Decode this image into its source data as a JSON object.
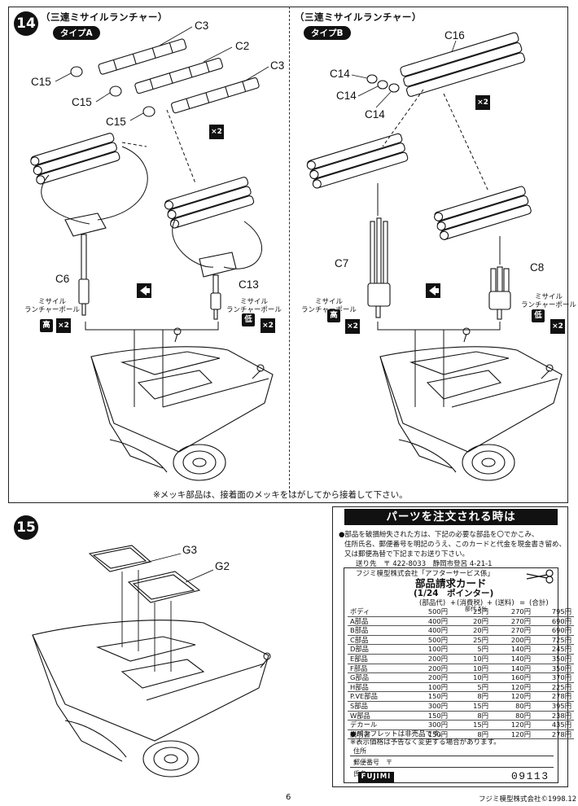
{
  "step14": {
    "number": "14",
    "typeA": {
      "title": "（三連ミサイルランチャー）",
      "type_label": "タイプA",
      "parts": {
        "c3_top": "C3",
        "c2": "C2",
        "c3_right": "C3",
        "c15_a": "C15",
        "c15_b": "C15",
        "c15_c": "C15",
        "c6": "C6",
        "c13": "C13"
      },
      "pole_label": "ミサイル\nランチャーポール",
      "high": "高",
      "low": "低",
      "x2": "×2"
    },
    "typeB": {
      "title": "（三連ミサイルランチャー）",
      "type_label": "タイプB",
      "parts": {
        "c16": "C16",
        "c14_a": "C14",
        "c14_b": "C14",
        "c14_c": "C14",
        "c7": "C7",
        "c8": "C8"
      },
      "pole_label": "ミサイル\nランチャーポール",
      "high": "高",
      "low": "低",
      "x2": "×2"
    },
    "note": "※メッキ部品は、接着面のメッキをはがしてから接着して下さい。"
  },
  "step15": {
    "number": "15",
    "parts": {
      "g3": "G3",
      "g2": "G2"
    }
  },
  "order": {
    "title": "パーツを注文される時は",
    "instructions": [
      "●部品を破損紛失された方は、下記の必要な部品を〇でかこみ、",
      "住所氏名、郵便番号を明記のうえ、このカードと代金を現金書き留め、",
      "又は郵便為替で下記までお送り下さい。"
    ],
    "send_to": "送り先　〒 422-8033　静岡市登呂 4-21-1",
    "company_addr": "フジミ模型株式会社「アフターサービス係」",
    "card_title": "部品請求カード",
    "card_subtitle": "(1/24　ポインター)",
    "columns": [
      "(部品代)",
      "+",
      "(消費税)",
      "+",
      "(送料)",
      "=",
      "(合計)"
    ],
    "tax_note": "部代 5%",
    "rows": [
      [
        "ボディ",
        "500円",
        "25円",
        "270円",
        "795円"
      ],
      [
        "A部品",
        "400円",
        "20円",
        "270円",
        "690円"
      ],
      [
        "B部品",
        "400円",
        "20円",
        "270円",
        "690円"
      ],
      [
        "C部品",
        "500円",
        "25円",
        "200円",
        "725円"
      ],
      [
        "D部品",
        "100円",
        "5円",
        "140円",
        "245円"
      ],
      [
        "E部品",
        "200円",
        "10円",
        "140円",
        "350円"
      ],
      [
        "F部品",
        "200円",
        "10円",
        "140円",
        "350円"
      ],
      [
        "G部品",
        "200円",
        "10円",
        "160円",
        "370円"
      ],
      [
        "H部品",
        "100円",
        "5円",
        "120円",
        "225円"
      ],
      [
        "P.VE部品",
        "150円",
        "8円",
        "120円",
        "278円"
      ],
      [
        "S部品",
        "300円",
        "15円",
        "80円",
        "395円"
      ],
      [
        "W部品",
        "150円",
        "8円",
        "80円",
        "238円"
      ],
      [
        "デカール",
        "300円",
        "15円",
        "120円",
        "435円"
      ],
      [
        "説明書",
        "150円",
        "8円",
        "120円",
        "278円"
      ]
    ],
    "footnote1": "●パンフレットは非売品です。",
    "footnote2": "※表示価格は予告なく変更する場合があります。",
    "field_address": "住所",
    "field_postal": "郵便番号",
    "field_postal_mark": "〒",
    "field_name": "氏名",
    "brand_logo": "FUJIMI",
    "code": "09113"
  },
  "footer": {
    "page": "6",
    "copyright": "フジミ模型株式会社©1998.12"
  }
}
